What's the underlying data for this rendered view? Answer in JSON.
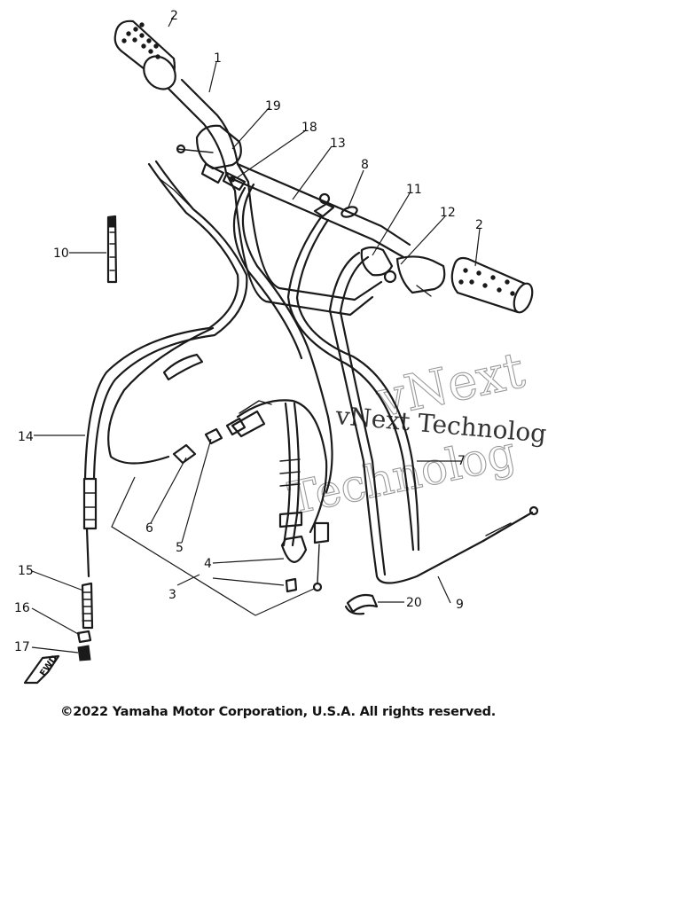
{
  "diagram": {
    "callouts": {
      "c1": "1",
      "c2a": "2",
      "c2b": "2",
      "c3": "3",
      "c4": "4",
      "c5": "5",
      "c6": "6",
      "c7": "7",
      "c8": "8",
      "c9": "9",
      "c10": "10",
      "c11": "11",
      "c12": "12",
      "c13": "13",
      "c14": "14",
      "c15": "15",
      "c16": "16",
      "c17": "17",
      "c18": "18",
      "c19": "19",
      "c20": "20"
    },
    "fwd_label": "FWD",
    "copyright": "©2022 Yamaha Motor Corporation, U.S.A. All rights reserved."
  },
  "watermark": {
    "line1": "vNext",
    "line2": "vNext Technolog",
    "line3": "Technolog"
  }
}
